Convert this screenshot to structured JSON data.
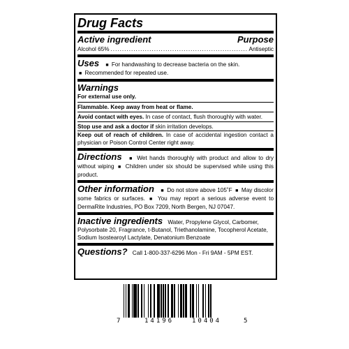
{
  "drug_facts": {
    "title": "Drug Facts",
    "active_header": "Active ingredient",
    "purpose_header": "Purpose",
    "active_name": "Alcohol 65%",
    "active_purpose": "Antiseptic",
    "uses": {
      "heading": "Uses",
      "items": [
        "For handwashing to decrease bacteria on the skin.",
        "Recommended for repeated use."
      ]
    },
    "warnings": {
      "heading": "Warnings",
      "external": "For external use only.",
      "flammable": "Flammable. Keep away from heat or flame.",
      "eyes_bold": "Avoid contact with eyes.",
      "eyes_text": "In case of contact, flush thoroughly with water.",
      "stop_bold": "Stop use and ask a doctor if",
      "stop_text": "skin irritation develops.",
      "children_bold": "Keep out of reach of children.",
      "children_text": "In case of accidental ingestion contact a physician or Poison Control Center right away."
    },
    "directions": {
      "heading": "Directions",
      "items": [
        "Wet hands thoroughly with product and allow to dry without wiping",
        "Children under six should be supervised while using this product."
      ]
    },
    "other": {
      "heading": "Other information",
      "items": [
        "Do not store above 105˚F",
        "May discolor some fabrics or surfaces.",
        "You may report a serious adverse event to DermaRite Industries, PO Box 7209, North Bergen, NJ 07047."
      ]
    },
    "inactive": {
      "heading": "Inactive ingredients",
      "text": "Water, Propylene Glycol, Carbomer, Polysorbate 20, Fragrance, t-Butanol, Triethanolamine, Tocopherol Acetate, Sodium Isostearoyl Lactylate, Denatonium Benzoate"
    },
    "questions": {
      "heading": "Questions?",
      "text": "Call 1-800-337-6296 Mon - Fri 9AM - 5PM EST."
    }
  },
  "barcode": {
    "lead_digit": "7",
    "left_group": "14196",
    "right_group": "10404",
    "check_digit": "5"
  }
}
